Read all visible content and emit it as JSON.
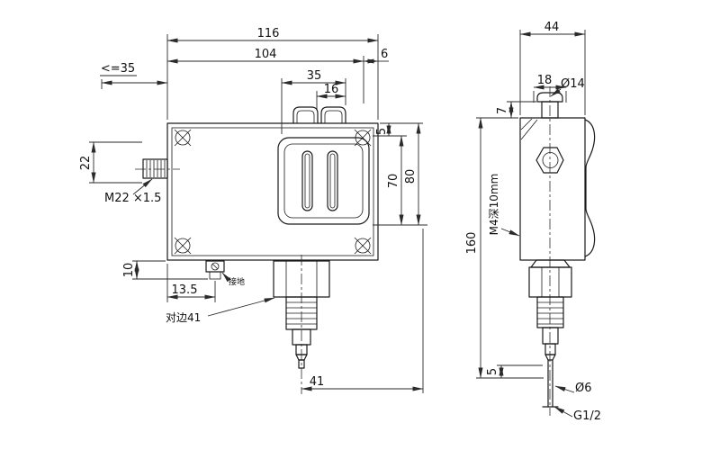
{
  "labels": {
    "front": {
      "w116": "116",
      "w104": "104",
      "w6": "6",
      "w35": "35",
      "w16": "16",
      "le35": "<=35",
      "h22": "22",
      "thread": "M22 ×1.5",
      "h5": "5",
      "h70": "70",
      "h80": "80",
      "h10": "10",
      "w13_5": "13.5",
      "ground": "接地",
      "flats": "对边41",
      "w41": "41"
    },
    "side": {
      "w44": "44",
      "w18": "18",
      "d14": "Ø14",
      "h7": "7",
      "h160": "160",
      "m4": "M4深10mm",
      "h5": "5",
      "d6": "Ø6",
      "port": "G1/2"
    }
  },
  "colors": {
    "line": "#1a1a1a",
    "dimension": "#2a2a2a",
    "background": "#ffffff"
  }
}
